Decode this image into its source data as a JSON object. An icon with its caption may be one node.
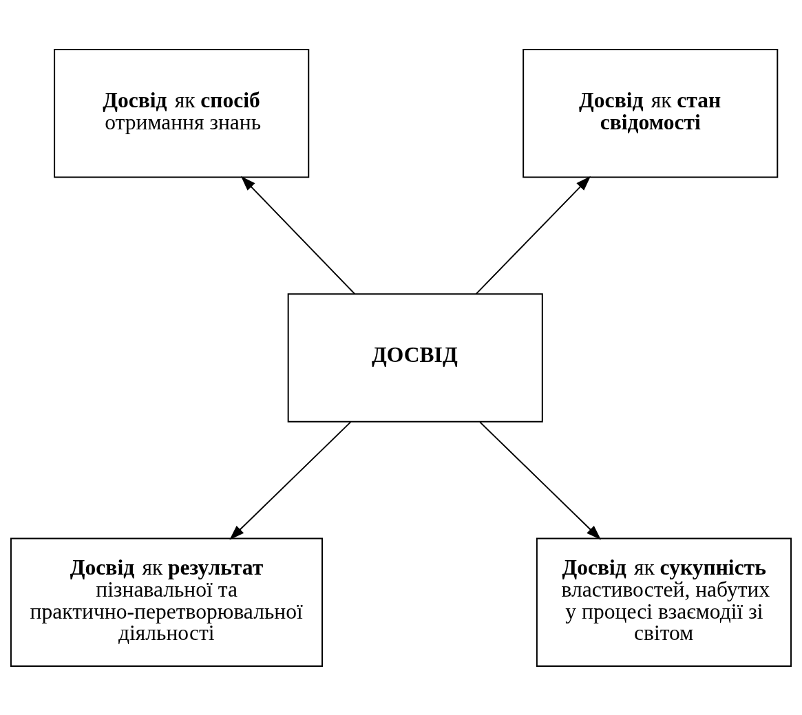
{
  "diagram": {
    "nodes": [
      {
        "text": [
          "ДОСВІД"
        ]
      },
      {
        "text": [
          "**Досвід** як **спосіб** отримання знань"
        ]
      },
      {
        "text": [
          "**Досвід** як **стан свідомості**"
        ]
      },
      {
        "text": [
          "**Досвід** як **результат** пізнавальної та практично-перетворювальної діяльності"
        ]
      },
      {
        "text": [
          "**Досвід** як **сукупність** властивостей, набутих у процесі взаємодії зі світом"
        ]
      }
    ],
    "edges": [
      {
        "from": 0,
        "to": 1,
        "arrow": "to"
      },
      {
        "from": 0,
        "to": 2,
        "arrow": "to"
      },
      {
        "from": 0,
        "to": 3,
        "arrow": "to"
      },
      {
        "from": 0,
        "to": 4,
        "arrow": "to"
      }
    ]
  }
}
